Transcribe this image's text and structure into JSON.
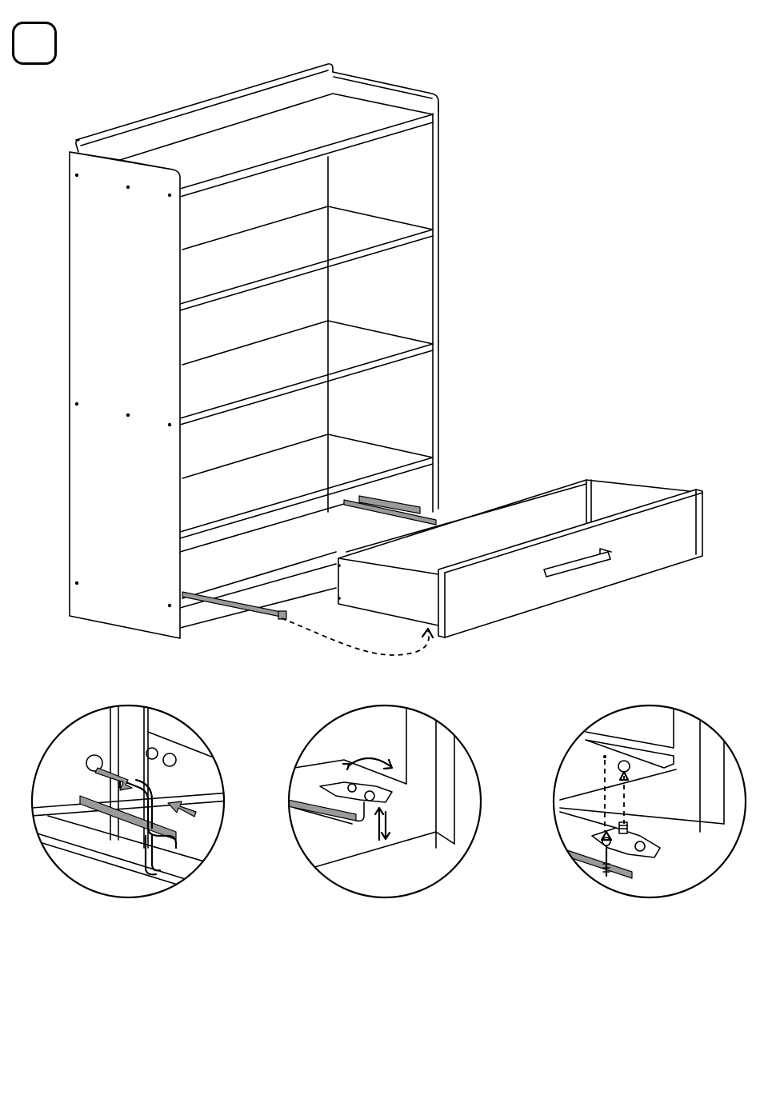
{
  "step": {
    "number": ""
  },
  "icons": {
    "main": "bookcase-with-drawer-assembly",
    "detail_1": "drawer-runner-clip-insert",
    "detail_2": "drawer-adjuster-rotate",
    "detail_3": "drawer-screw-fix"
  }
}
